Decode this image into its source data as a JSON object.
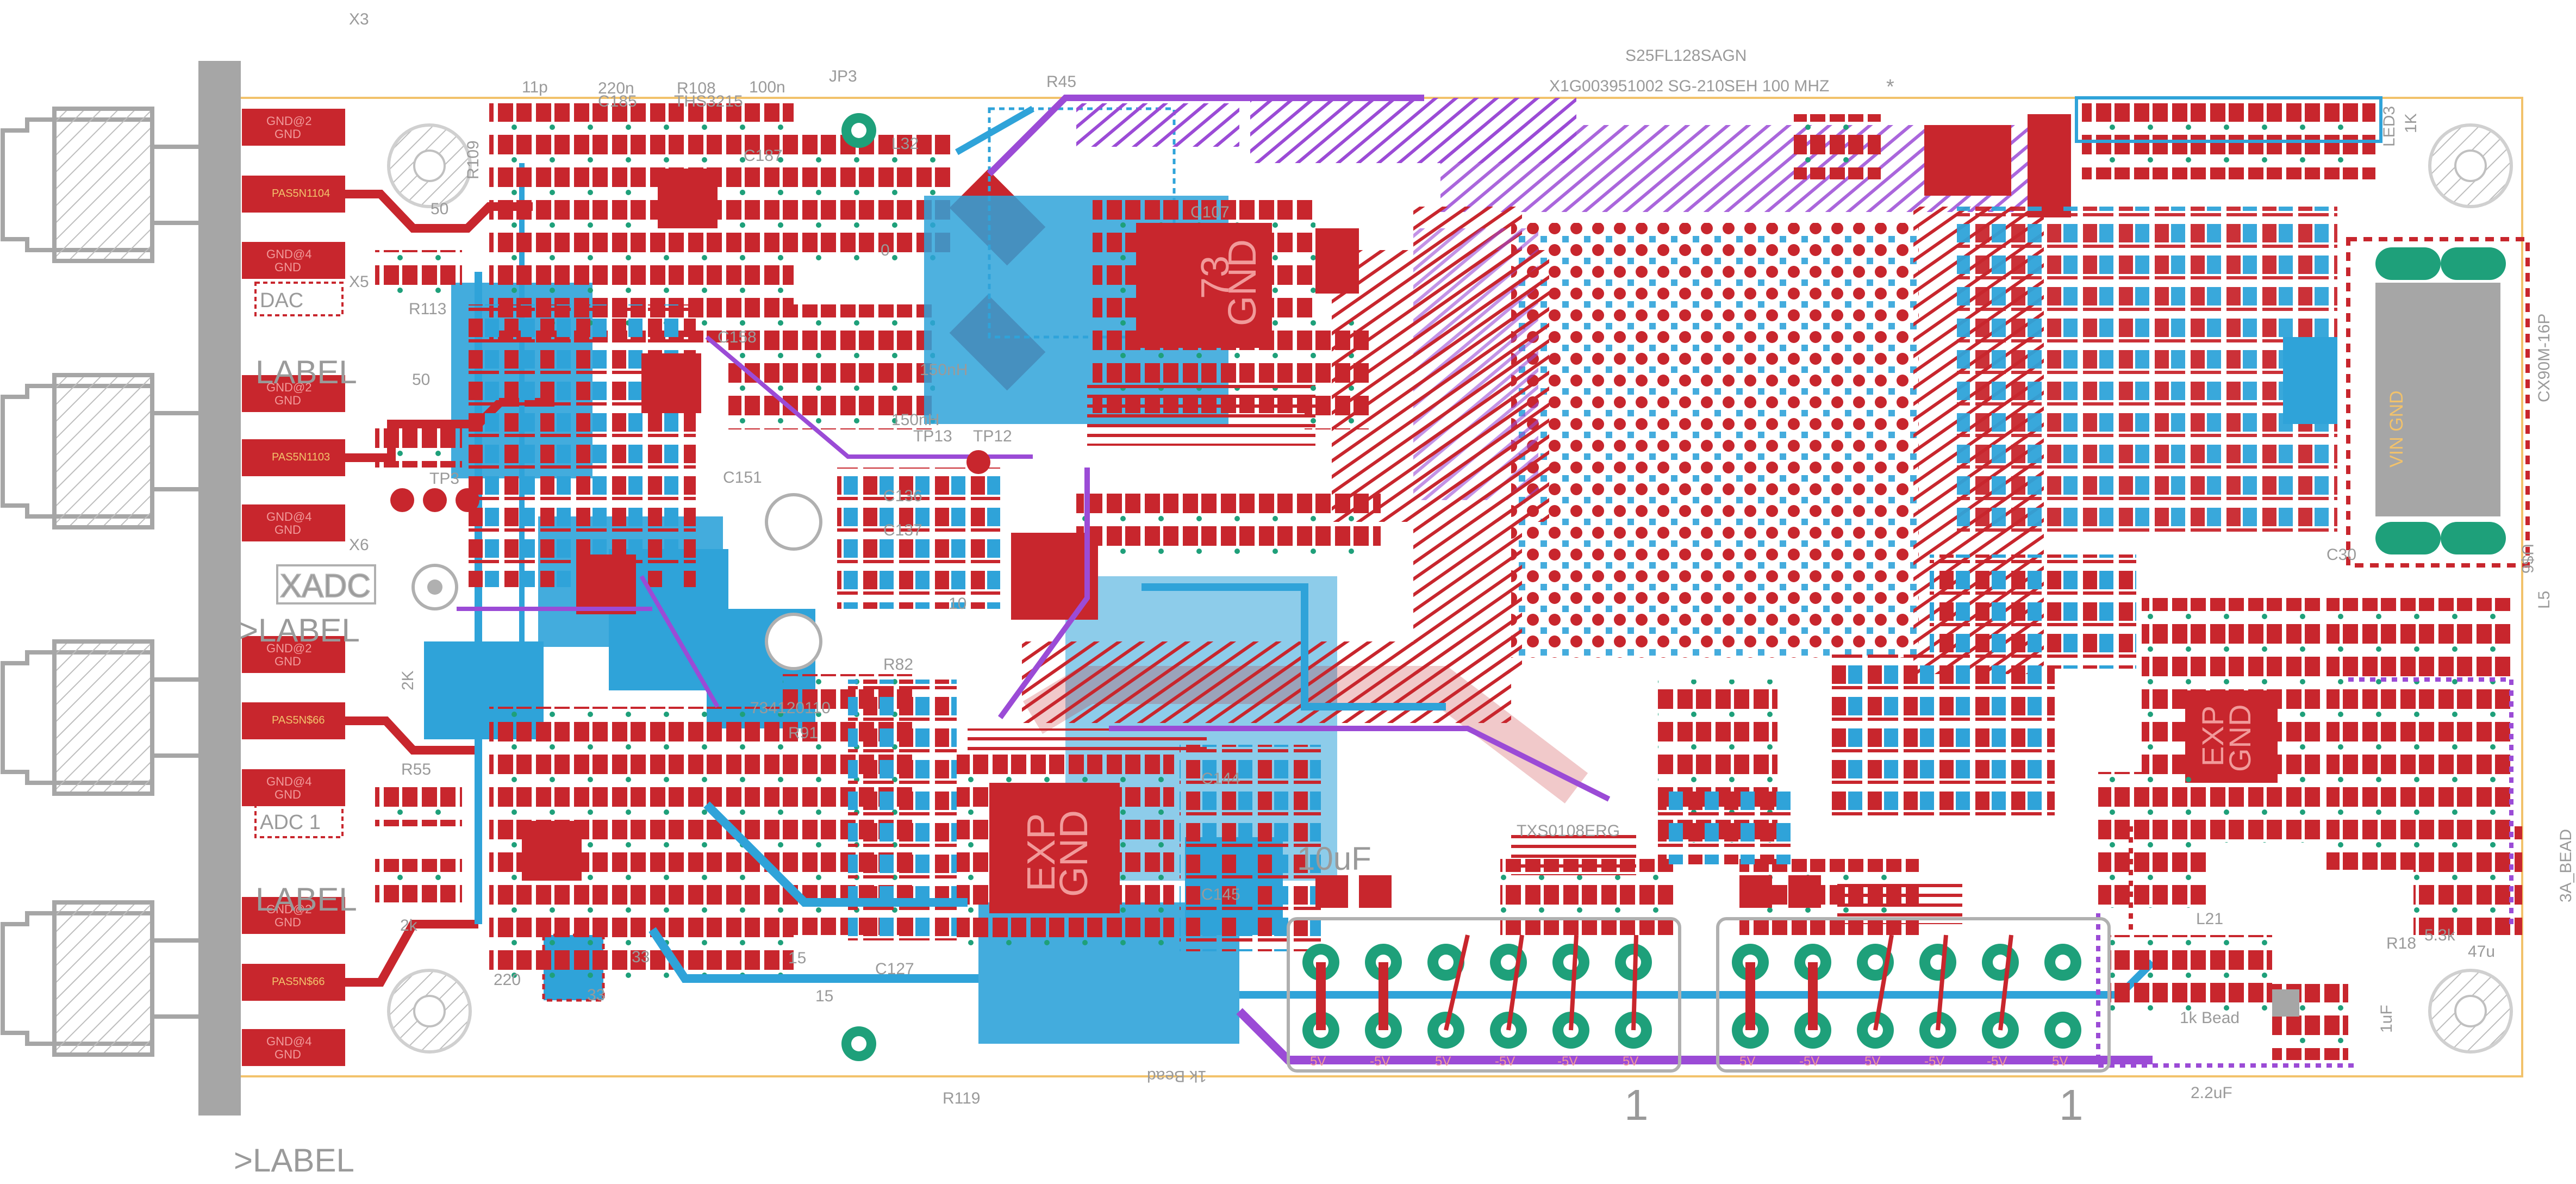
{
  "colors": {
    "copper_top": "#c8262d",
    "copper_top_light": "#e05a5f",
    "copper_bottom": "#2fa3d9",
    "inner_layer": "#9b4bd6",
    "via_green": "#1ea07a",
    "silkscreen": "#9a9a9a",
    "board_outline": "#f2c26b",
    "connector_grey": "#a6a6a6",
    "background": "#ffffff"
  },
  "labels": {
    "top_x3": "X3",
    "flash_part": "S25FL128SAGN",
    "osc_part": "X1G003951002 SG-210SEH 100 MHZ",
    "ref_r108": "R108",
    "ref_ths": "THS3215",
    "cap_11p": "11p",
    "cap_220n": "220n",
    "cap_100n": "100n",
    "ref_jp3": "JP3",
    "ref_r45": "R45",
    "ref_c185": "C185",
    "ref_c187": "C187",
    "ref_c158": "C158",
    "ref_r109": "R109",
    "ref_r113": "R113",
    "ref_x5": "X5",
    "ref_x6": "X6",
    "ref_l32": "L32",
    "ind_150nh_a": "150nH",
    "ind_150nh_b": "150nH",
    "res_50_a": "50",
    "res_50_b": "50",
    "res_0": "0",
    "chip_73_num": "73",
    "chip_73_gnd": "GND",
    "chip_exp_a": "EXP",
    "chip_exp_b": "GND",
    "chip_exp2_a": "EXP",
    "chip_exp2_b": "GND",
    "tp_tp3": "TP3",
    "tp_tp13": "TP13",
    "tp_tp12": "TP12",
    "ref_c136": "C136",
    "ref_c137": "C137",
    "ref_c151": "C151",
    "ref_r82": "R82",
    "ref_r91": "R91",
    "part_734120110": "734120110",
    "ref_c144": "C144",
    "ref_c145": "C145",
    "ref_r55": "R55",
    "res_2k_a": "2k",
    "res_2k_b": "2K",
    "res_33_a": "33",
    "res_33_b": "33",
    "cap_220": "220",
    "res_15_a": "15",
    "res_15_b": "15",
    "res_10": "10",
    "ref_c127": "C127",
    "ref_r119": "R119",
    "bead_1k": "1k Bead",
    "bead_1k_b": "1k Bead",
    "cap_10uf": "10uF",
    "ic_txs": "TXS0108ERG",
    "hdr_pin1_a": "1",
    "hdr_pin1_b": "1",
    "conn_cx90m": "CX90M-16P",
    "ref_u56": "U$6",
    "ref_led3": "LED3",
    "ref_1k": "1K",
    "ref_l5": "L5",
    "bead_3a": "3A_BEAD",
    "cap_1uf": "1uF",
    "cap_2_2uf": "2.2uF",
    "cap_47u": "47u",
    "ref_r18": "R18",
    "ref_l21": "L21",
    "res_3k": "5.3k",
    "ref_c30": "C30",
    "ref_c107": "C107",
    "dac_label": "DAC",
    "adc_label": "ADC 1",
    "xadc_label": "XADC",
    "label_tag_a": "LABEL",
    "label_tag_b": ">LABEL",
    "label_tag_bottom": ">LABEL",
    "rail_5v": "5V",
    "rail_m5v": "-5V",
    "rail_5v_b": "5V",
    "rail_m5v_b": "-5V",
    "rail_5v_c": "5V",
    "rail_m5v_c": "-5V",
    "star": "*"
  },
  "sma_connectors": [
    {
      "id": "sma-1"
    },
    {
      "id": "sma-2"
    },
    {
      "id": "sma-3"
    },
    {
      "id": "sma-4"
    }
  ],
  "edge_pads": [
    {
      "text_a": "GND@2",
      "text_b": "GND"
    },
    {
      "text_a": "PAS5N1104",
      "text_b": ""
    },
    {
      "text_a": "GND@4",
      "text_b": "GND"
    },
    {
      "text_a": "GND@2",
      "text_b": "GND"
    },
    {
      "text_a": "PAS5N1103",
      "text_b": ""
    },
    {
      "text_a": "GND@4",
      "text_b": "GND"
    },
    {
      "text_a": "GND@2",
      "text_b": "GND"
    },
    {
      "text_a": "PAS5N$66",
      "text_b": ""
    },
    {
      "text_a": "GND@4",
      "text_b": "GND"
    },
    {
      "text_a": "GND@2",
      "text_b": "GND"
    },
    {
      "text_a": "PAS5N$66",
      "text_b": ""
    },
    {
      "text_a": "GND@4",
      "text_b": "GND"
    }
  ],
  "header_rails": {
    "left": [
      "5V",
      "-5V",
      "5V",
      "-5V",
      "-5V",
      "5V"
    ],
    "right": [
      "5V",
      "-5V",
      "5V",
      "-5V",
      "-5V",
      "5V"
    ]
  }
}
